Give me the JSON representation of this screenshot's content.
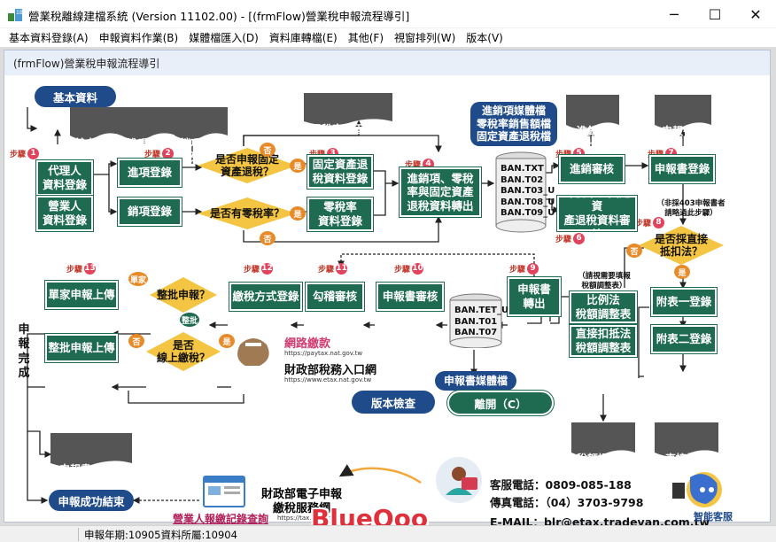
{
  "window": {
    "title": "營業稅離線建檔系統 (Version 11102.00) - [(frmFlow)營業稅申報流程導引]",
    "controls": {
      "minimize": "─",
      "maximize": "☐",
      "close": "✕"
    }
  },
  "menu": [
    "基本資料登錄(A)",
    "申報資料作業(B)",
    "媒體檔匯入(D)",
    "資料庫轉檔(E)",
    "其他(F)",
    "視窗排列(W)",
    "版本(V)"
  ],
  "child_title": "(frmFlow)營業稅申報流程導引",
  "flow": {
    "basic_data": "基本資料",
    "docs": {
      "basic_print": "基本資料\n清單列印",
      "purchase_deduct_print": "進項扣抵\n清單列印",
      "sales_print": "銷項清單\n列印",
      "zero_rate_print": "零稅率、固定資\n產退稅清單列印",
      "io_stats_print": "進銷項\n統計列印",
      "report_print": "申報書表\n列印",
      "tax_adjust_print": "稅額調整表\n列印",
      "direct_deduct_print": "直接扣抵\n附表列印",
      "receipt_print": "申報書收執聯\n/ 繳納書列印"
    },
    "steps": [
      "步驟",
      "1",
      "2",
      "3",
      "4",
      "5",
      "6",
      "7",
      "8",
      "9",
      "10",
      "11",
      "12",
      "13"
    ],
    "boxes": {
      "agent": "代理人\n資料登錄",
      "business": "營業人\n資料登錄",
      "purchase": "進項登錄",
      "sales": "銷項登錄",
      "fixed_asset": "固定資產退\n稅資料登錄",
      "zero_rate": "零稅率\n資料登錄",
      "io_convert": "進銷項、零稅\n率與固定資產\n退稅資料轉出",
      "io_audit": "進銷審核",
      "zero_audit": "零稅率、固定資\n產退稅資料審核",
      "report_entry": "申報書登錄",
      "schedule1": "附表一登錄",
      "schedule2": "附表二登錄",
      "proportional": "比例法\n稅額調整表",
      "direct": "直接扣抵法\n稅額調整表",
      "report_export": "申報書\n轉出",
      "report_audit": "申報書審核",
      "check_audit": "勾稽審核",
      "pay_method": "繳稅方式登錄",
      "single_upload": "單家申報上傳",
      "batch_upload": "整批申報上傳"
    },
    "diamonds": {
      "fixed_asset_q": "是否申報固定\n資產退稅？",
      "zero_q": "是否有零稅率？",
      "direct_q": "是否採直接\n抵扣法？",
      "batch_q": "整批申報？",
      "online_q": "是否\n線上繳稅？"
    },
    "tags": {
      "yes": "是",
      "no": "否",
      "single": "單家",
      "batch": "整批"
    },
    "bubbles": {
      "media_files": "進銷項媒體檔\n零稅率銷售額檔\n固定資產退稅檔",
      "report_media": "申報書媒體檔"
    },
    "db1": "BAN.TXT\nBAN.T02\nBAN.T03_U\nBAN.T08_U\nBAN.T09_U",
    "db2": "BAN.TET_U\nBAN.T01\nBAN.T07",
    "notes": {
      "not403": "（非採403申報書者\n請略過此步驟）",
      "fill_table": "（請視需要填報\n稅額調整表）"
    },
    "side_label": "申\n報\n完\n成",
    "end_label": "申報成功結束",
    "online_pay": "網路繳款",
    "online_pay_url": "https://paytax.nat.gov.tw",
    "etax_name": "財政部稅務入口網",
    "etax_url": "https://www.etax.nat.gov.tw",
    "efile": "財政部電子申報\n繳稅服務網",
    "efile_url": "https://tax.nat.gov.tw",
    "query_link": "營業人報繳記錄查詢",
    "version_check": "版本檢查",
    "leave": "離開（C）",
    "contact": {
      "phone": "客服電話：0809-085-188",
      "fax": "傳真電話：（04）3703-9798",
      "email": "E-MAIL：blr@etax.tradevan.com.tw"
    },
    "smart_service": "智能客服",
    "watermark": "BlueQoo"
  },
  "status": {
    "text": "申報年期:10905資料所屬:10904"
  }
}
